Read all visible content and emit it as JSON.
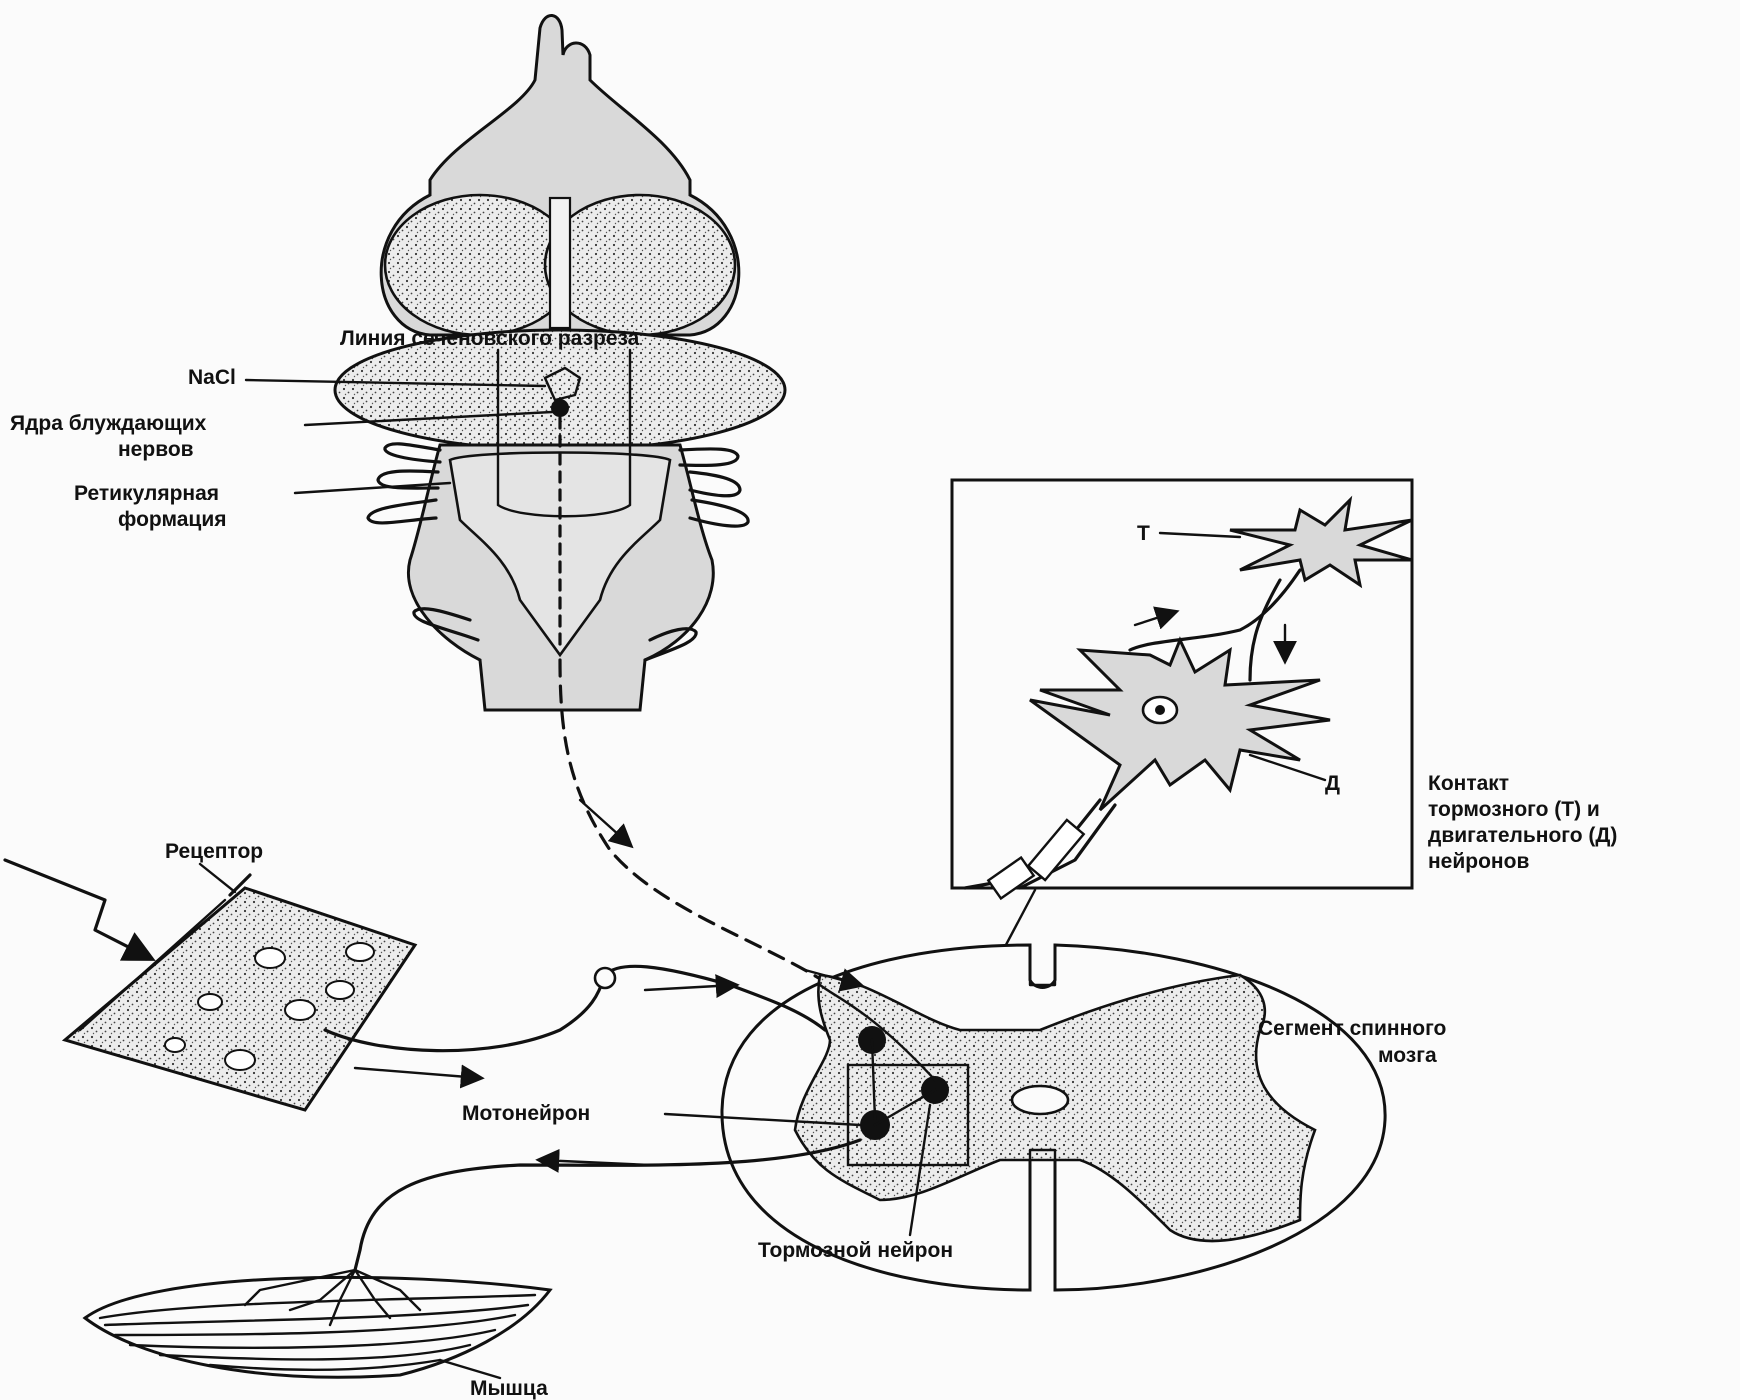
{
  "colors": {
    "ink": "#111111",
    "paper": "#fbfbfb",
    "stipple": "#d9d9d9"
  },
  "labels": {
    "sechenov_line": "Линия  сеченовского разреза",
    "nacl": "NaCl",
    "vagus_nuclei_1": "Ядра блуждающих",
    "vagus_nuclei_2": "нервов",
    "reticular_1": "Ретикулярная",
    "reticular_2": "формация",
    "t": "Т",
    "d": "Д",
    "contact_1": "Контакт",
    "contact_2": "тормозного (Т) и",
    "contact_3": "двигательного (Д)",
    "contact_4": "нейронов",
    "receptor": "Рецептор",
    "spinal_segment_1": "Сегмент спинного",
    "spinal_segment_2": "мозга",
    "motoneuron": "Мотонейрон",
    "inhibitory_neuron": "Тормозной нейрон",
    "muscle": "Мышца"
  }
}
